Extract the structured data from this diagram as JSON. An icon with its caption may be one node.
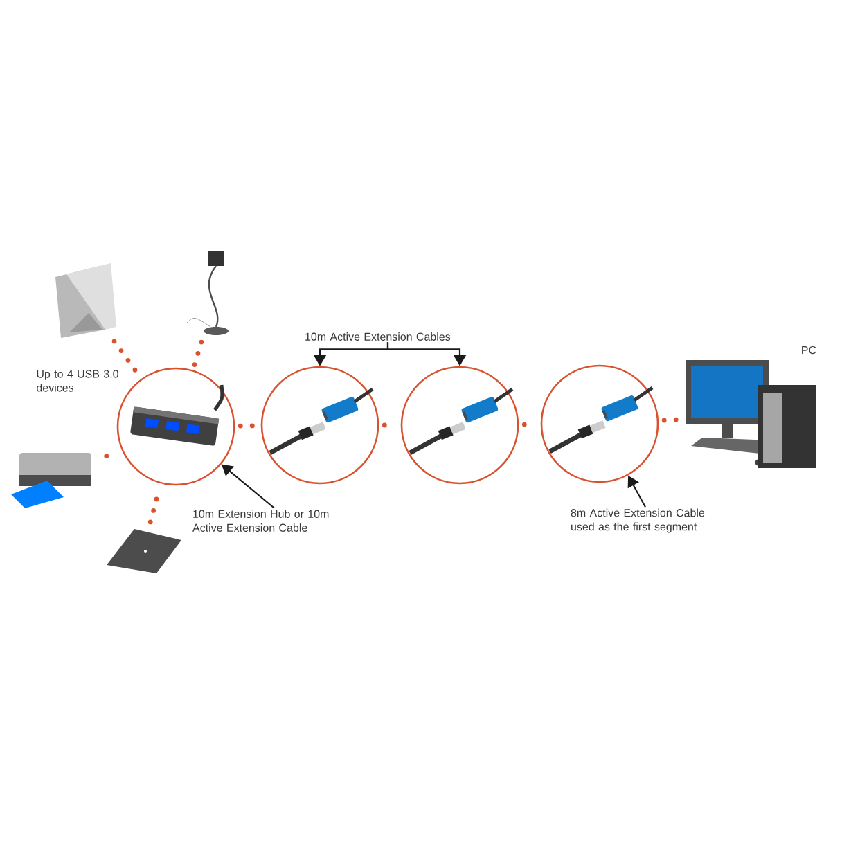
{
  "diagram": {
    "nodes": [
      {
        "text": [],
        "shape": "picture"
      },
      {
        "text": [],
        "shape": "picture"
      },
      {
        "text": [],
        "shape": "circle"
      },
      {
        "text": [],
        "shape": "picture"
      },
      {
        "text": [],
        "shape": "picture"
      },
      {
        "text": [],
        "shape": "circle"
      },
      {
        "text": [],
        "shape": "circle"
      },
      {
        "text": [],
        "shape": "circle"
      },
      {
        "text": [],
        "shape": "picture",
        "beside": [
          "PC"
        ]
      },
      {
        "text": [
          "10m Extension Hub or 10m Active Extension Cable"
        ]
      },
      {
        "text": [
          "10m Active Extension Cables"
        ]
      },
      {
        "text": [
          "8m Active Extension Cable used as the first segment"
        ]
      }
    ],
    "edges": [
      {
        "from": 0,
        "to": 2,
        "arrow": "none",
        "style": "dashed"
      },
      {
        "from": 1,
        "to": 2,
        "arrow": "none",
        "style": "dashed"
      },
      {
        "from": 3,
        "to": 2,
        "arrow": "none",
        "style": "dashed"
      },
      {
        "from": 4,
        "to": 2,
        "arrow": "none",
        "style": "dashed"
      },
      {
        "from": 2,
        "to": 5,
        "arrow": "none",
        "style": "dashed"
      },
      {
        "from": 5,
        "to": 6,
        "arrow": "none",
        "style": "dashed"
      },
      {
        "from": 6,
        "to": 7,
        "arrow": "none",
        "style": "dashed"
      },
      {
        "from": 7,
        "to": 8,
        "arrow": "none",
        "style": "dashed"
      },
      {
        "from": 9,
        "to": 2,
        "arrow": "to",
        "color": "#1a1a1a"
      },
      {
        "from": 10,
        "to": 5,
        "arrow": "to",
        "color": "#1a1a1a"
      },
      {
        "from": 10,
        "to": 6,
        "arrow": "to",
        "color": "#1a1a1a"
      },
      {
        "from": 11,
        "to": 7,
        "arrow": "to",
        "color": "#1a1a1a"
      }
    ],
    "labels": [
      "Up to 4 USB 3.0 devices"
    ]
  }
}
